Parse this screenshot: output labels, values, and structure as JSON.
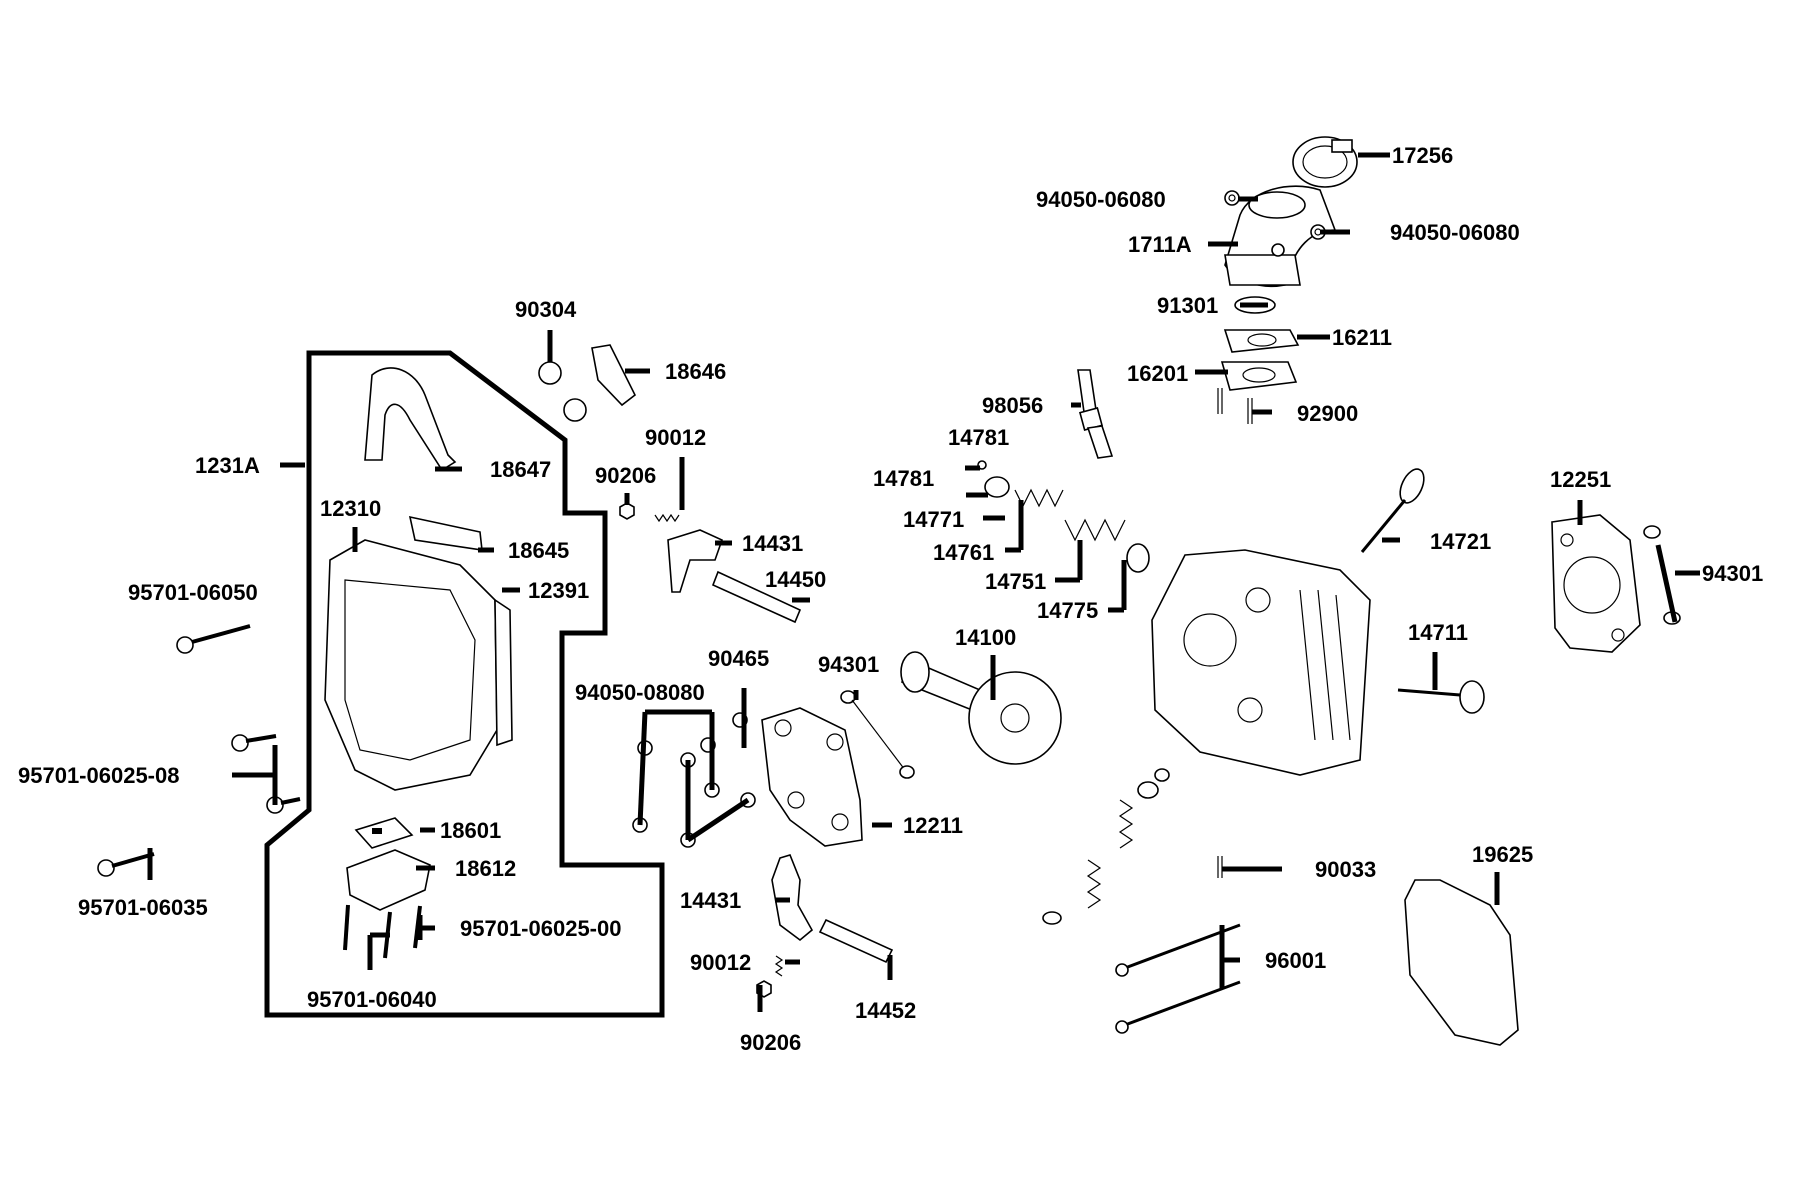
{
  "labels": {
    "p17256": "17256",
    "p94050_06080_a": "94050-06080",
    "p1711a": "1711A",
    "p94050_06080_b": "94050-06080",
    "p91301": "91301",
    "p16211": "16211",
    "p16201": "16201",
    "p92900": "92900",
    "p98056": "98056",
    "p14781_a": "14781",
    "p14781_b": "14781",
    "p14771": "14771",
    "p14761": "14761",
    "p14751": "14751",
    "p14775": "14775",
    "p14721": "14721",
    "p12251": "12251",
    "p94301_a": "94301",
    "p14711": "14711",
    "p14100": "14100",
    "p90304": "90304",
    "p18646": "18646",
    "p90012_a": "90012",
    "p90206_a": "90206",
    "p1231a": "1231A",
    "p18647": "18647",
    "p12310": "12310",
    "p18645": "18645",
    "p12391": "12391",
    "p14431_a": "14431",
    "p14450": "14450",
    "p95701_06050": "95701-06050",
    "p90465": "90465",
    "p94301_b": "94301",
    "p94050_08080": "94050-08080",
    "p95701_06025_08": "95701-06025-08",
    "p12211": "12211",
    "p18601": "18601",
    "p18612": "18612",
    "p95701_06035": "95701-06035",
    "p95701_06025_00": "95701-06025-00",
    "p95701_06040": "95701-06040",
    "p14431_b": "14431",
    "p90012_b": "90012",
    "p14452": "14452",
    "p90206_b": "90206",
    "p90033": "90033",
    "p96001": "96001",
    "p19625": "19625"
  }
}
